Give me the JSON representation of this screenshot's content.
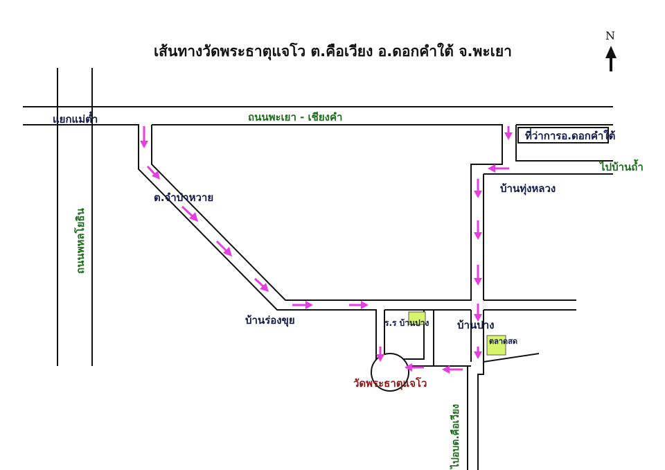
{
  "title": "เส้นทางวัดพระธาตุแจโว ต.คือเวียง อ.ดอกคำใต้ จ.พะเยา",
  "north": "N",
  "colors": {
    "road": "#111111",
    "route_arrow": "#e53fe0",
    "landmark_fill": "#d6f56a",
    "label_navy": "#141a4a",
    "label_green": "#1d6b1d",
    "label_red": "#8b1a1a"
  },
  "labels": {
    "main_road": "ถนนพะเยา - เชียงคำ",
    "junction": "แยกแม่ต๋ำ",
    "highway": "ถนนพหลโยธิน",
    "district_office": "ที่ว่าการอ.ดอกคำใต้",
    "to_ban_tham": "ไปบ้านถ้ำ",
    "ban_thung_luang": "บ้านทุ่งหลวง",
    "tambon_champa_wai": "ต.จำป่าหวาย",
    "ban_rong_khui": "บ้านร่องขุย",
    "school": "ร.ร บ้านปาง",
    "ban_pang": "บ้านปาง",
    "market": "ตลาดสด",
    "temple": "วัดพระธาตุแจโว",
    "to_khue_wiang": "ไปอบต.คือเวียง"
  },
  "icons": [
    "north-arrow-icon",
    "route-arrow-icon"
  ]
}
